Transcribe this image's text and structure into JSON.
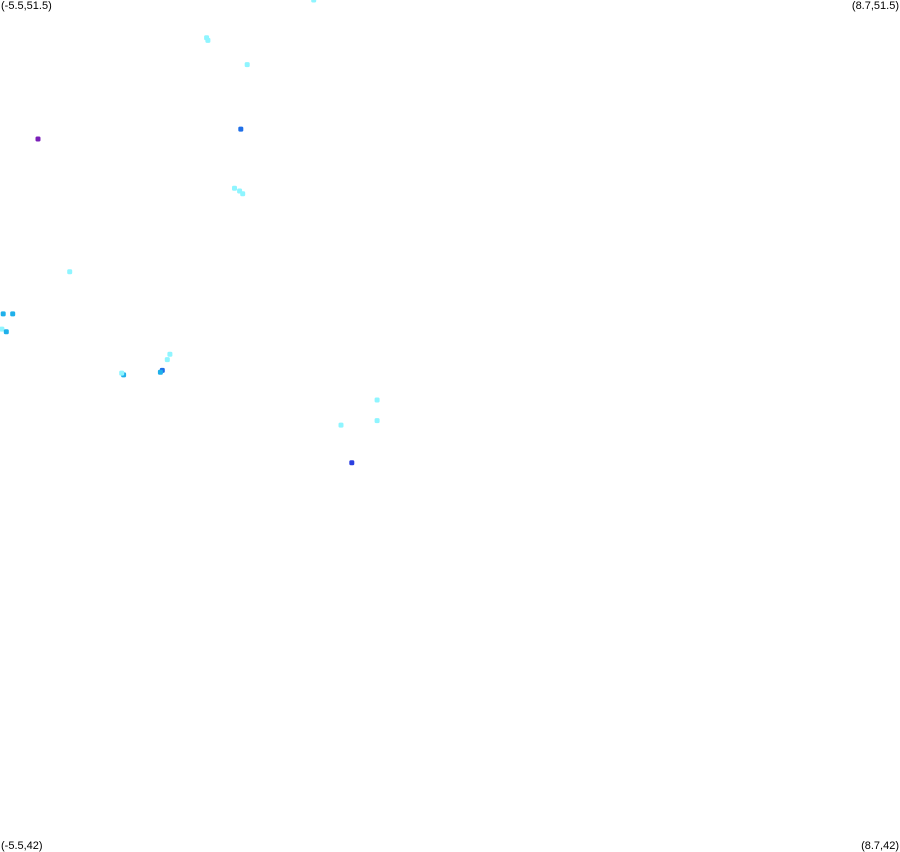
{
  "corners": {
    "top_left": "(-5.5,51.5)",
    "top_right": "(8.7,51.5)",
    "bottom_left": "(-5.5,42)",
    "bottom_right": "(8.7,42)"
  },
  "bounds": {
    "lon_min": -5.5,
    "lon_max": 8.7,
    "lat_min": 42,
    "lat_max": 51.5
  },
  "colors": {
    "background": "#ffffff",
    "light": "#8ff5ff",
    "medium": "#1fb0ea",
    "strong": "#1f6fe8",
    "deep": "#2b3fe0",
    "outlier": "#7a1fb8"
  },
  "points": [
    {
      "lon": -0.55,
      "lat": 51.5,
      "color": "light"
    },
    {
      "lon": -2.24,
      "lat": 51.08,
      "color": "light"
    },
    {
      "lon": -2.22,
      "lat": 51.05,
      "color": "light"
    },
    {
      "lon": -1.6,
      "lat": 50.78,
      "color": "light"
    },
    {
      "lon": -1.7,
      "lat": 50.06,
      "color": "strong"
    },
    {
      "lon": -4.9,
      "lat": 49.95,
      "color": "outlier"
    },
    {
      "lon": -1.8,
      "lat": 49.4,
      "color": "light"
    },
    {
      "lon": -1.72,
      "lat": 49.37,
      "color": "light"
    },
    {
      "lon": -1.67,
      "lat": 49.34,
      "color": "light"
    },
    {
      "lon": -4.4,
      "lat": 48.47,
      "color": "light"
    },
    {
      "lon": -5.45,
      "lat": 48.0,
      "color": "medium"
    },
    {
      "lon": -5.3,
      "lat": 48.0,
      "color": "medium"
    },
    {
      "lon": -5.47,
      "lat": 47.83,
      "color": "light"
    },
    {
      "lon": -5.4,
      "lat": 47.8,
      "color": "medium"
    },
    {
      "lon": -2.82,
      "lat": 47.55,
      "color": "light"
    },
    {
      "lon": -2.86,
      "lat": 47.49,
      "color": "light"
    },
    {
      "lon": -2.94,
      "lat": 47.37,
      "color": "strong"
    },
    {
      "lon": -2.97,
      "lat": 47.35,
      "color": "medium"
    },
    {
      "lon": -3.55,
      "lat": 47.32,
      "color": "medium"
    },
    {
      "lon": -3.58,
      "lat": 47.34,
      "color": "light"
    },
    {
      "lon": 0.45,
      "lat": 47.04,
      "color": "light"
    },
    {
      "lon": 0.45,
      "lat": 46.81,
      "color": "light"
    },
    {
      "lon": -0.12,
      "lat": 46.76,
      "color": "light"
    },
    {
      "lon": 0.05,
      "lat": 46.34,
      "color": "deep"
    }
  ]
}
